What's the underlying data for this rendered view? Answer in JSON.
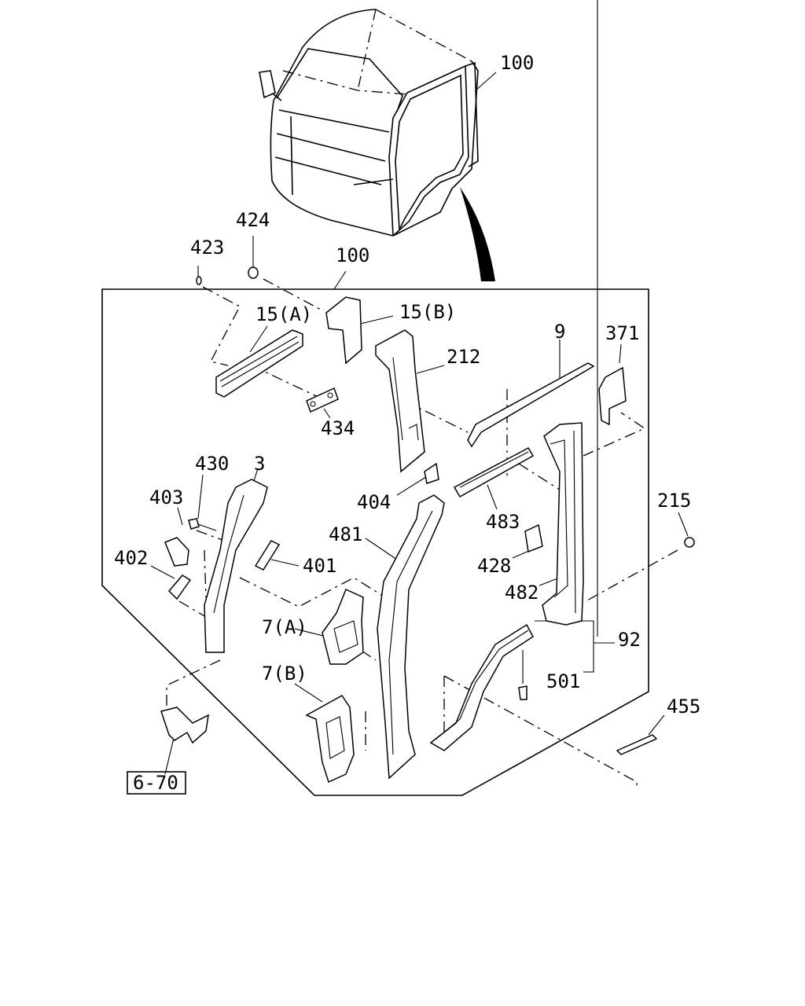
{
  "labels": {
    "l100_top": "100",
    "l424": "424",
    "l423": "423",
    "l100_frame": "100",
    "l15a": "15(A)",
    "l15b": "15(B)",
    "l212": "212",
    "l9": "9",
    "l371": "371",
    "l434": "434",
    "l430": "430",
    "l3": "3",
    "l403": "403",
    "l404": "404",
    "l483": "483",
    "l215": "215",
    "l481": "481",
    "l402": "402",
    "l401": "401",
    "l428": "428",
    "l482": "482",
    "l92": "92",
    "l7a": "7(A)",
    "l501": "501",
    "l7b": "7(B)",
    "l455": "455",
    "ref": "6-70"
  }
}
